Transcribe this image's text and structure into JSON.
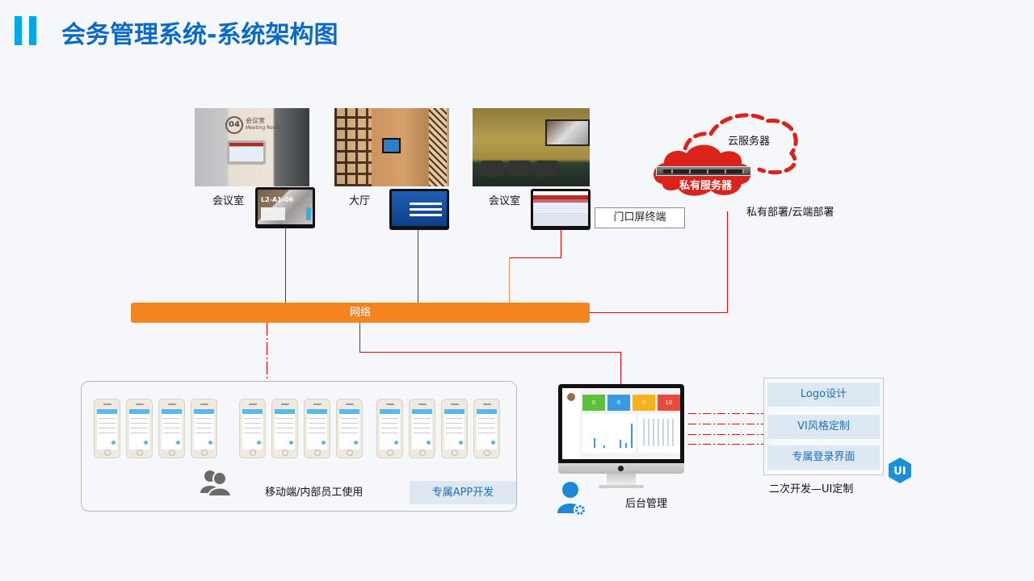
{
  "header": {
    "title": "会务管理系统-系统架构图"
  },
  "venues": [
    {
      "label": "会议室",
      "photo": "meeting-room-door-photo",
      "screen": "room-signage-screen"
    },
    {
      "label": "大厅",
      "photo": "lobby-photo",
      "screen": "lobby-login-screen"
    },
    {
      "label": "会议室",
      "photo": "conference-hall-photo",
      "screen": "schedule-table-screen"
    }
  ],
  "photo_texts": {
    "room_number": "04",
    "room_name": "会议室",
    "room_name_en": "Meeting Room",
    "signage_code": "L2-A1-06"
  },
  "terminal_label": "门口屏终端",
  "server": {
    "cloud_label": "云服务器",
    "private_label": "私有服务器",
    "deploy_label": "私有部署/云端部署"
  },
  "network": {
    "label": "网络"
  },
  "mobile": {
    "label": "移动端/内部员工使用",
    "app_dev_label": "专属APP开发",
    "phone_count": 12
  },
  "backend": {
    "label": "后台管理",
    "dashboard_cards": [
      {
        "value": "0",
        "color": "#5cc13b"
      },
      {
        "value": "0",
        "color": "#3a9ae0"
      },
      {
        "value": "0",
        "color": "#f7b21a"
      },
      {
        "value": "10",
        "color": "#e84b3c"
      }
    ]
  },
  "ui_custom": {
    "items": [
      "Logo设计",
      "VI风格定制",
      "专属登录界面"
    ],
    "caption": "二次开发—UI定制",
    "badge": "UI"
  },
  "colors": {
    "title": "#0a6ac6",
    "accent_bar": "#00a8e8",
    "network": "#f5841f",
    "link_line": "#e00000",
    "cloud": "#d9231b",
    "ui_blue": "#1d6fb8",
    "ui_item_bg": "#dde8f3"
  }
}
